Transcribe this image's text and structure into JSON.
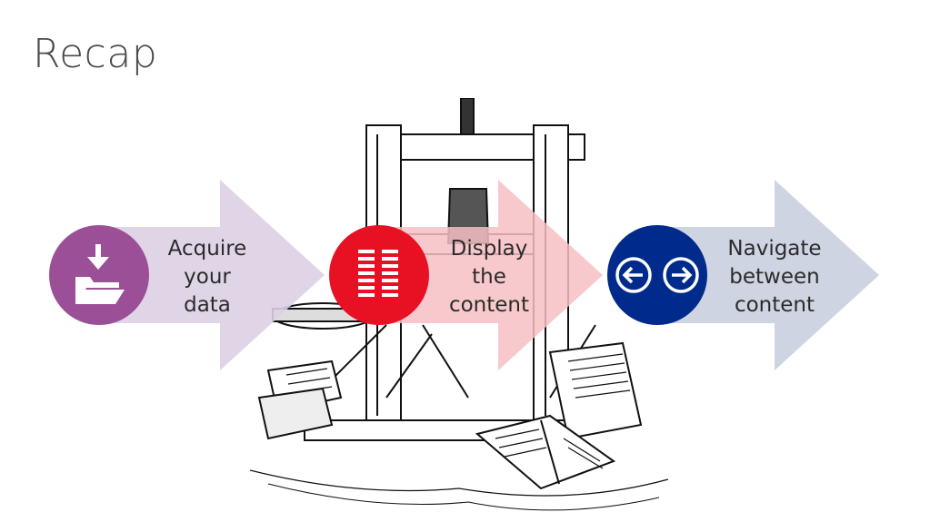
{
  "slide": {
    "title": "Recap"
  },
  "steps": [
    {
      "icon": "download-folder-icon",
      "color": "#9b4f96",
      "arrow_color": "#ddd0e4",
      "label_lines": [
        "Acquire",
        "your",
        "data"
      ]
    },
    {
      "icon": "list-columns-icon",
      "color": "#e81123",
      "arrow_color": "#f7c0c3",
      "label_lines": [
        "Display",
        "the",
        "content"
      ]
    },
    {
      "icon": "back-forward-arrows-icon",
      "color": "#002a8c",
      "arrow_color": "#ccd2e2",
      "label_lines": [
        "Navigate",
        "between",
        "content"
      ]
    }
  ]
}
